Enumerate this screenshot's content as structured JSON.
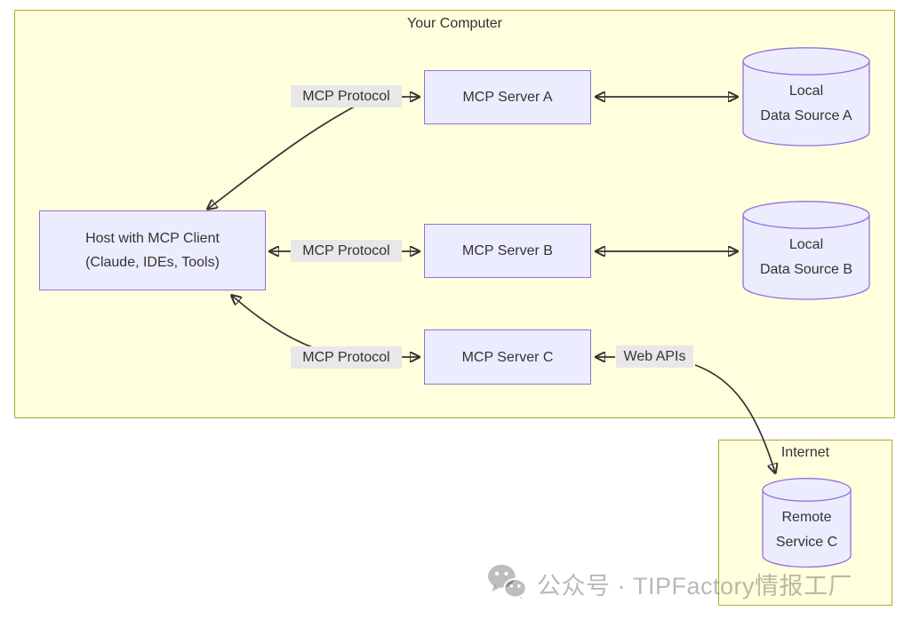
{
  "clusters": {
    "your_computer": {
      "label": "Your Computer"
    },
    "internet": {
      "label": "Internet"
    }
  },
  "nodes": {
    "host": {
      "line1": "Host with MCP Client",
      "line2": "(Claude, IDEs, Tools)"
    },
    "server_a": {
      "label": "MCP Server A"
    },
    "server_b": {
      "label": "MCP Server B"
    },
    "server_c": {
      "label": "MCP Server C"
    },
    "data_source_a": {
      "line1": "Local",
      "line2": "Data Source A"
    },
    "data_source_b": {
      "line1": "Local",
      "line2": "Data Source B"
    },
    "remote_service_c": {
      "line1": "Remote",
      "line2": "Service C"
    }
  },
  "edge_labels": {
    "mcp_a": "MCP Protocol",
    "mcp_b": "MCP Protocol",
    "mcp_c": "MCP Protocol",
    "web_apis": "Web APIs"
  },
  "watermark": {
    "icon": "wechat-icon",
    "text": "公众号 · TIPFactory情报工厂"
  },
  "colors": {
    "canvas-bg": "#ffffff",
    "cluster-fill": "#ffffde",
    "cluster-stroke": "#aaaa33",
    "node-fill": "#ececff",
    "node-stroke": "#9370db",
    "edge-color": "#333333",
    "edge-label-bg": "#e8e8e8",
    "text-color": "#333333",
    "watermark-color": "rgba(0,0,0,0.28)"
  }
}
